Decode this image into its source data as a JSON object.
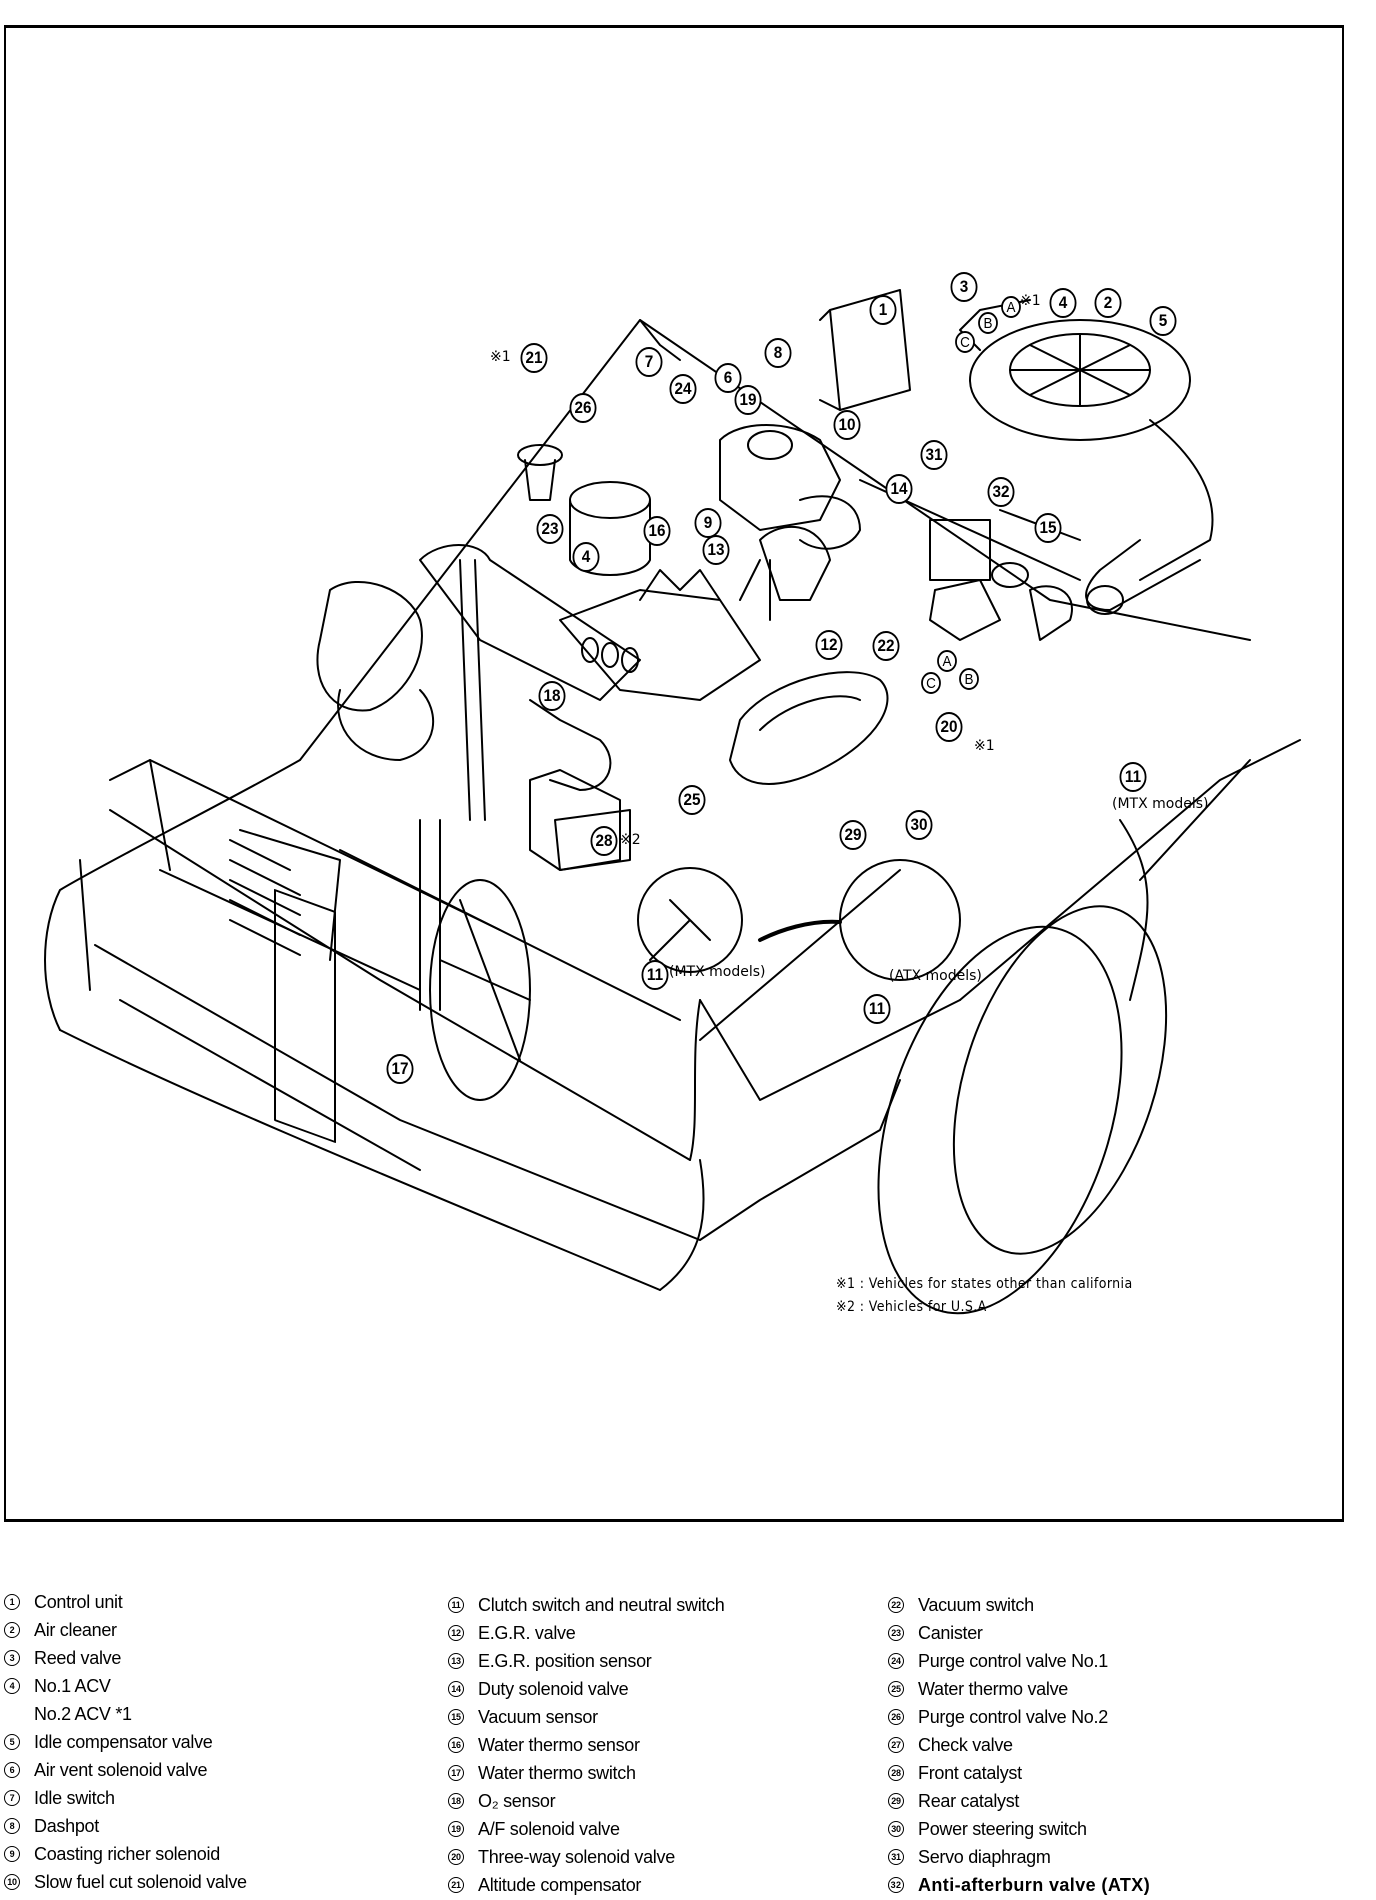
{
  "diagram": {
    "subject": "Engine compartment emission control component locations",
    "callouts": [
      {
        "id": "c1",
        "text": "1"
      },
      {
        "id": "c2",
        "text": "2"
      },
      {
        "id": "c3",
        "text": "3"
      },
      {
        "id": "c4a",
        "text": "4"
      },
      {
        "id": "c4b",
        "text": "4"
      },
      {
        "id": "c5",
        "text": "5"
      },
      {
        "id": "c6",
        "text": "6"
      },
      {
        "id": "c7",
        "text": "7"
      },
      {
        "id": "c8",
        "text": "8"
      },
      {
        "id": "c9",
        "text": "9"
      },
      {
        "id": "c10",
        "text": "10"
      },
      {
        "id": "c11a",
        "text": "11"
      },
      {
        "id": "c11b",
        "text": "11"
      },
      {
        "id": "c11c",
        "text": "11"
      },
      {
        "id": "c12",
        "text": "12"
      },
      {
        "id": "c13",
        "text": "13"
      },
      {
        "id": "c14",
        "text": "14"
      },
      {
        "id": "c15",
        "text": "15"
      },
      {
        "id": "c16",
        "text": "16"
      },
      {
        "id": "c17",
        "text": "17"
      },
      {
        "id": "c18",
        "text": "18"
      },
      {
        "id": "c19",
        "text": "19"
      },
      {
        "id": "c20",
        "text": "20"
      },
      {
        "id": "c21",
        "text": "21"
      },
      {
        "id": "c22",
        "text": "22"
      },
      {
        "id": "c23",
        "text": "23"
      },
      {
        "id": "c24",
        "text": "24"
      },
      {
        "id": "c25",
        "text": "25"
      },
      {
        "id": "c26",
        "text": "26"
      },
      {
        "id": "c28",
        "text": "28"
      },
      {
        "id": "c29",
        "text": "29"
      },
      {
        "id": "c30",
        "text": "30"
      },
      {
        "id": "c31",
        "text": "31"
      },
      {
        "id": "c32",
        "text": "32"
      }
    ],
    "letters": {
      "A": "A",
      "B": "B",
      "C": "C"
    },
    "marks": {
      "note1": "※1",
      "note2": "※2"
    },
    "labels": {
      "mtx_models_1": "(MTX models)",
      "mtx_models_2": "(MTX models)",
      "atx_models": "(ATX models)"
    },
    "notes": [
      "※1 : Vehicles for states other than california",
      "※2 : Vehicles for U.S.A"
    ]
  },
  "legend": {
    "columns": [
      [
        {
          "num": "1",
          "label": "Control unit"
        },
        {
          "num": "2",
          "label": "Air cleaner"
        },
        {
          "num": "3",
          "label": "Reed valve"
        },
        {
          "num": "4",
          "label": "No.1 ACV"
        },
        {
          "num": "",
          "label": "No.2 ACV *1"
        },
        {
          "num": "5",
          "label": "Idle compensator valve"
        },
        {
          "num": "6",
          "label": "Air vent solenoid valve"
        },
        {
          "num": "7",
          "label": "Idle switch"
        },
        {
          "num": "8",
          "label": "Dashpot"
        },
        {
          "num": "9",
          "label": "Coasting richer solenoid"
        },
        {
          "num": "10",
          "label": "Slow fuel cut solenoid valve"
        }
      ],
      [
        {
          "num": "11",
          "label": "Clutch switch and neutral switch"
        },
        {
          "num": "12",
          "label": "E.G.R. valve"
        },
        {
          "num": "13",
          "label": "E.G.R. position sensor"
        },
        {
          "num": "14",
          "label": "Duty solenoid valve"
        },
        {
          "num": "15",
          "label": "Vacuum sensor"
        },
        {
          "num": "16",
          "label": "Water thermo sensor"
        },
        {
          "num": "17",
          "label": "Water thermo switch"
        },
        {
          "num": "18",
          "label": "O₂ sensor"
        },
        {
          "num": "19",
          "label": "A/F solenoid valve"
        },
        {
          "num": "20",
          "label": "Three-way solenoid valve"
        },
        {
          "num": "21",
          "label": "Altitude compensator"
        }
      ],
      [
        {
          "num": "22",
          "label": "Vacuum switch"
        },
        {
          "num": "23",
          "label": "Canister"
        },
        {
          "num": "24",
          "label": "Purge control valve No.1"
        },
        {
          "num": "25",
          "label": "Water thermo valve"
        },
        {
          "num": "26",
          "label": "Purge control valve No.2"
        },
        {
          "num": "27",
          "label": "Check valve"
        },
        {
          "num": "28",
          "label": "Front catalyst"
        },
        {
          "num": "29",
          "label": "Rear catalyst"
        },
        {
          "num": "30",
          "label": "Power steering switch"
        },
        {
          "num": "31",
          "label": "Servo diaphragm"
        },
        {
          "num": "32",
          "label": "Anti-afterburn valve (ATX)"
        }
      ]
    ]
  }
}
